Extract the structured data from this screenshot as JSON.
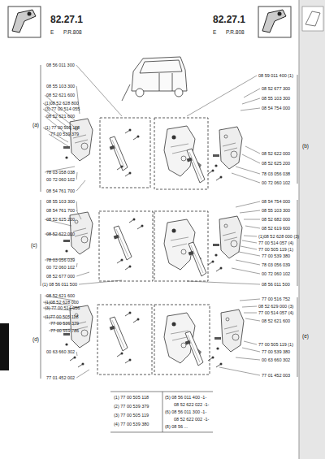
{
  "diagram": {
    "labels": [
      "82.27.1",
      "E",
      "P.R.808",
      "82.27.1",
      "E",
      "P.R.808",
      "08 56 011 300",
      "08 55 103 300",
      "08 52 621 600",
      "(1)08 52 628 800",
      "(3) 77 00 514 055",
      "08 52 621 600",
      "(1) 77 00 505 118",
      "77 00 539 379",
      "(a)",
      "78 03 058 038",
      "00 72 060 102",
      "08 54 761 700",
      "08 59 011 400 (1)",
      "08 52 677 300",
      "08 55 103 300",
      "08 54 754 000",
      "(b)",
      "08 52 622 000",
      "08 52 625 200",
      "78 03 056 038",
      "00 72 060 102",
      "08 55 103 300",
      "08 54 761 700",
      "08 52 625 200",
      "08 52 622 000",
      "(c)",
      "78 03 056 039",
      "00 72 060 102",
      "08 52 677 000",
      "(1) 08 56 011 500",
      "08 54 754 000",
      "08 55 103 300",
      "08 52 682 000",
      "08 52 619 600",
      "(1)08 52 628 000 (3)",
      "77 00 514 057 (4)",
      "77 00 505 119 (1)",
      "77 00 539 380",
      "78 03 056 039",
      "00 72 060 102",
      "08 56 011 500",
      "08 52 621 600",
      "(1)08 52 628 000",
      "(3) 77 00 514 056",
      "(1)77 00 505 118",
      "77 00 539 379",
      "77 00 559 786",
      "(d)",
      "00 63 660 302",
      "77 01 452 002",
      "77 00 516 752",
      "08 52 629 000 (3)",
      "77 00 514 057 (4)",
      "08 52 621 600",
      "(e)",
      "77 00 505 119 (1)",
      "77 00 539 380",
      "00 63 660 302",
      "77 01 452 003",
      "(1) 77 00 505 118",
      "(2) 77 00 539 379",
      "(3) 77 00 505 119",
      "(4) 77 00 539 380",
      "(5) 08 56 011 400 -1-",
      "08 52 622 022 -1-",
      "(6) 08 56 011 300 -1-",
      "08 52 622 002 -1-",
      "(8) 08 56 ..."
    ]
  }
}
